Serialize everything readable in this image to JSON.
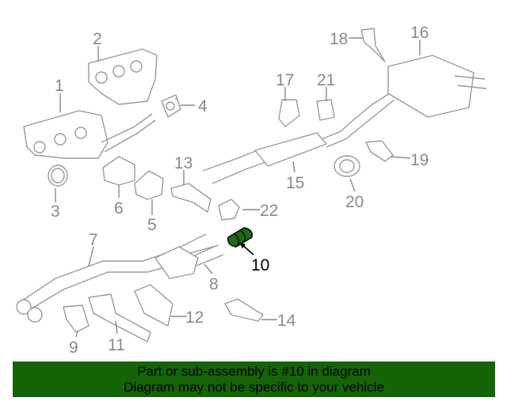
{
  "callouts": [
    "1",
    "2",
    "3",
    "4",
    "5",
    "6",
    "7",
    "8",
    "9",
    "10",
    "11",
    "12",
    "13",
    "14",
    "15",
    "16",
    "17",
    "18",
    "19",
    "20",
    "21",
    "22"
  ],
  "highlighted_callout": "10",
  "colors": {
    "highlight": "#1e6b12",
    "banner": "#146405",
    "line": "#9a9a9a"
  },
  "banner": {
    "line1": "Part or sub-assembly is #10 in diagram",
    "line2": "Diagram may not be specific to your vehicle"
  }
}
